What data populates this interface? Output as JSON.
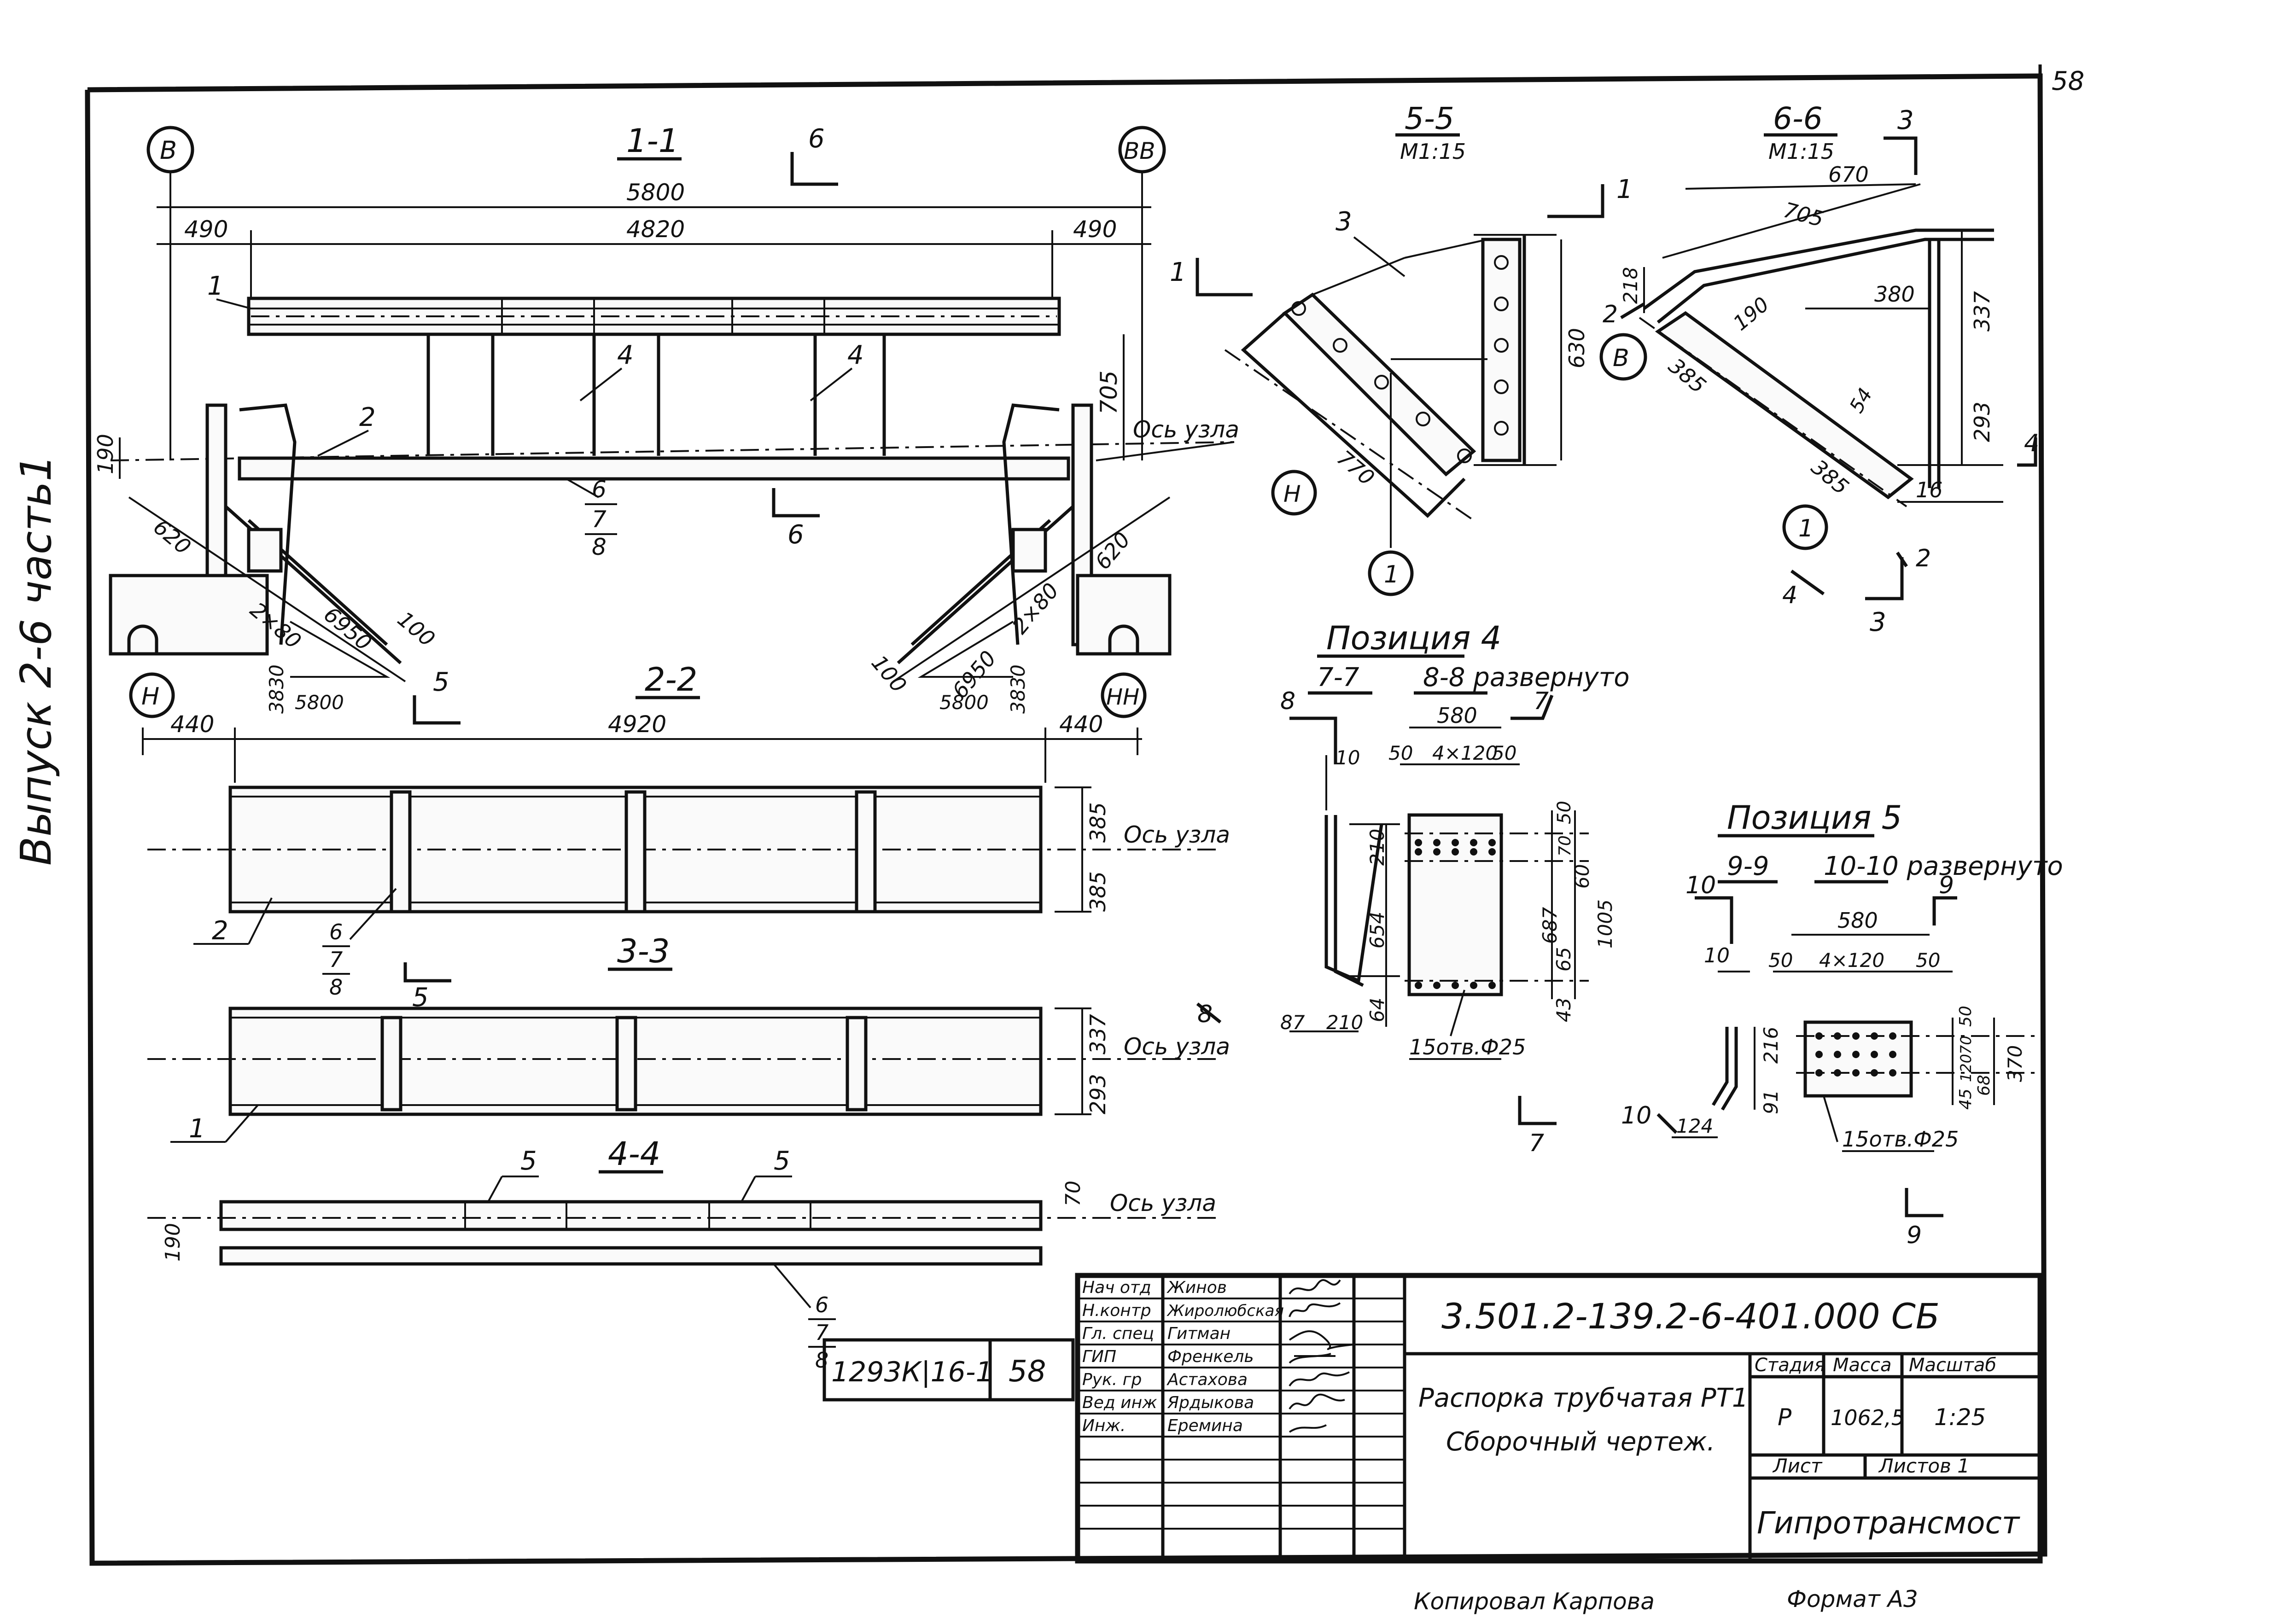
{
  "page_number": "58",
  "side_label": "Выпуск 2-6 часть1",
  "axes": {
    "left": "В",
    "right": "ВВ",
    "left_low": "Н",
    "right_low": "НН",
    "circle_b": "В",
    "circle_n": "Н",
    "circle_1a": "1",
    "circle_1b": "1"
  },
  "section_1_1": {
    "title": "1-1",
    "dims": {
      "total": "5800",
      "left": "490",
      "mid": "4820",
      "right": "490",
      "h705": "705",
      "h190": "190",
      "d620a": "620",
      "d620b": "620",
      "d2x80a": "2×80",
      "d2x80b": "2×80",
      "d6950a": "6950",
      "d6950b": "6950",
      "d100a": "100",
      "d100b": "100",
      "d3830a": "3830",
      "d5800a": "5800",
      "d3830b": "3830",
      "d5800b": "5800"
    },
    "pos_labels": {
      "p1": "1",
      "p2": "2",
      "p4a": "4",
      "p4b": "4"
    },
    "node_axis": "Ось узла",
    "cut6": "6",
    "stack": {
      "a": "6",
      "b": "7",
      "c": "8"
    }
  },
  "section_2_2": {
    "title": "2-2",
    "dims": {
      "left": "440",
      "mid": "4920",
      "right": "440",
      "h385a": "385",
      "h385b": "385"
    },
    "node_axis": "Ось узла",
    "pos": "2",
    "cut5": "5",
    "stack": {
      "a": "6",
      "b": "7",
      "c": "8"
    }
  },
  "section_3_3": {
    "title": "3-3",
    "dims": {
      "h337": "337",
      "h293": "293"
    },
    "node_axis": "Ось узла",
    "pos": "1"
  },
  "section_4_4": {
    "title": "4-4",
    "dims": {
      "h70": "70",
      "h190": "190"
    },
    "node_axis": "Ось узла",
    "pos5a": "5",
    "pos5b": "5",
    "stack": {
      "a": "6",
      "b": "7",
      "c": "8"
    }
  },
  "section_5_5": {
    "title": "5-5",
    "scale": "М1:15",
    "dims": {
      "d630": "630",
      "d770": "770"
    },
    "pos3": "3",
    "cut1": "1"
  },
  "section_6_6": {
    "title": "6-6",
    "scale": "М1:15",
    "dims": {
      "d670": "670",
      "d705": "705",
      "d218": "218",
      "d380": "380",
      "d337": "337",
      "d190": "190",
      "d385a": "385",
      "d385b": "385",
      "d54": "54",
      "d293": "293",
      "d16": "16"
    },
    "cut2": "2",
    "cut3": "3",
    "cut4": "4"
  },
  "position_4": {
    "title": "Позиция 4",
    "sec_7_7": "7-7",
    "sec_8_8": "8-8 развернуто",
    "cut7": "7",
    "cut8": "8",
    "dims": {
      "d580": "580",
      "d10": "10",
      "d50a": "50",
      "d4x120": "4×120",
      "d50b": "50",
      "d210a": "210",
      "d654": "654",
      "d64": "64",
      "d87": "87",
      "d210b": "210",
      "d50c": "50",
      "d70": "70",
      "d60": "60",
      "d687": "687",
      "d1005": "1005",
      "d65": "65",
      "d43": "43"
    },
    "holes": "15отв.Ф25"
  },
  "position_5": {
    "title": "Позиция 5",
    "sec_9_9": "9-9",
    "sec_10_10": "10-10 развернуто",
    "cut9": "9",
    "cut10": "10",
    "dims": {
      "d580": "580",
      "d10": "10",
      "d50a": "50",
      "d4x120": "4×120",
      "d50b": "50",
      "d216": "216",
      "d91": "91",
      "d124": "124",
      "d50c": "50",
      "d70": "70",
      "d120": "120",
      "d45": "45",
      "d68": "68",
      "d370": "370"
    },
    "holes": "15отв.Ф25"
  },
  "stamp": {
    "inventory": "1293К|16-1",
    "inv_sheet": "58",
    "roles": [
      {
        "role": "Нач отд",
        "name": "Жинов"
      },
      {
        "role": "Н.контр",
        "name": "Жиролюбская"
      },
      {
        "role": "Гл. спец",
        "name": "Гитман"
      },
      {
        "role": "ГИП",
        "name": "Френкель"
      },
      {
        "role": "Рук. гр",
        "name": "Астахова"
      },
      {
        "role": "Вед инж",
        "name": "Ярдыкова"
      },
      {
        "role": "Инж.",
        "name": "Еремина"
      }
    ],
    "designation": "3.501.2-139.2-6-401.000 СБ",
    "title_line1": "Распорка трубчатая РТ1",
    "title_line2": "Сборочный чертеж.",
    "col_stage": "Стадия",
    "col_mass": "Масса",
    "col_scale": "Масштаб",
    "stage": "Р",
    "mass": "1062,5",
    "scale": "1:25",
    "sheet_label": "Лист",
    "sheets_label": "Листов 1",
    "org": "Гипротрансмост"
  },
  "footer": {
    "copied": "Копировал  Карпова",
    "format": "Формат А3"
  }
}
